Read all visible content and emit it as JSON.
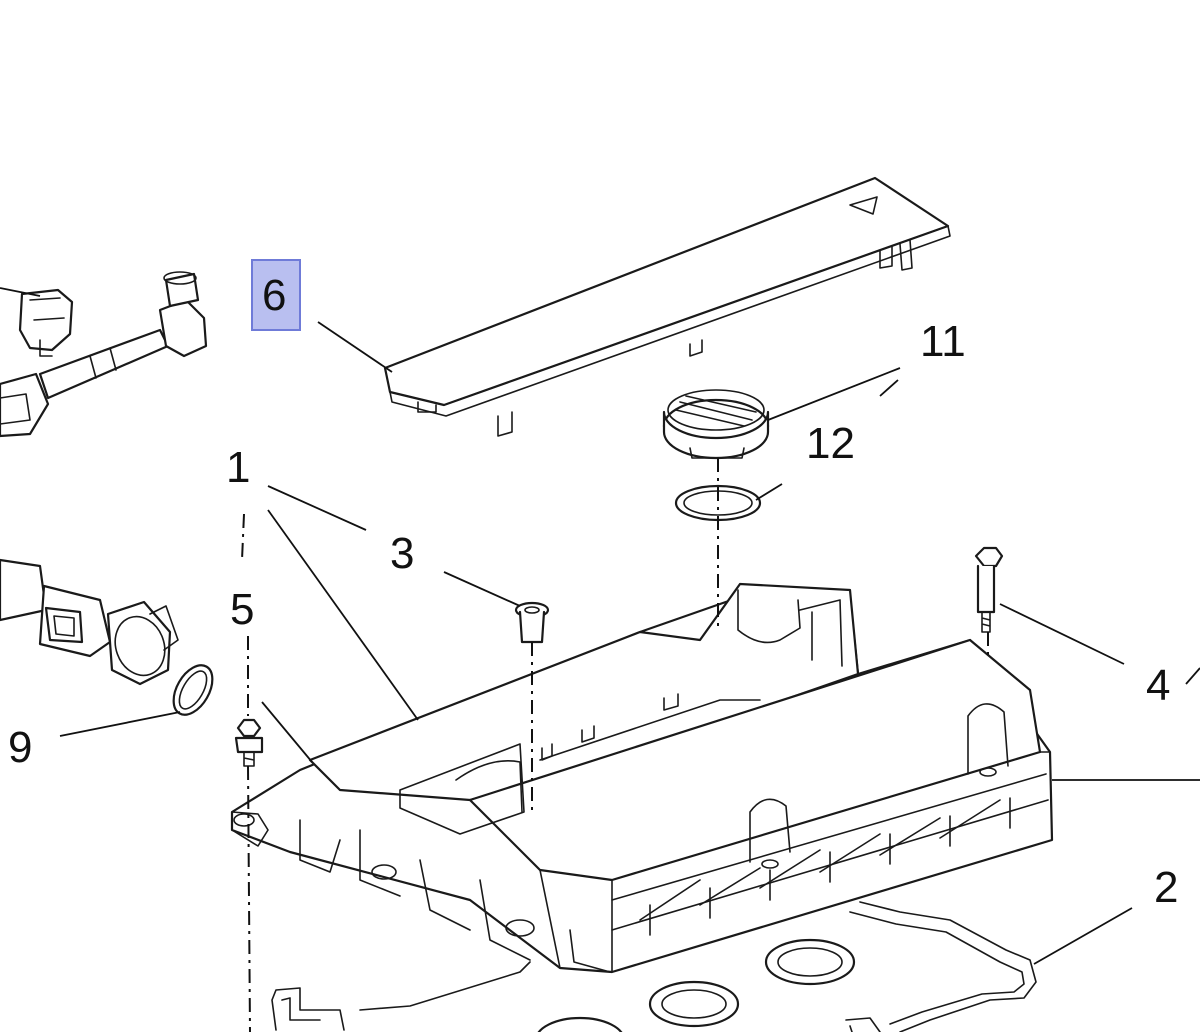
{
  "callouts": [
    {
      "id": "1",
      "text": "1"
    },
    {
      "id": "2",
      "text": "2"
    },
    {
      "id": "3",
      "text": "3"
    },
    {
      "id": "4",
      "text": "4"
    },
    {
      "id": "5",
      "text": "5"
    },
    {
      "id": "6",
      "text": "6",
      "highlighted": true
    },
    {
      "id": "9",
      "text": "9"
    },
    {
      "id": "11",
      "text": "11"
    },
    {
      "id": "12",
      "text": "12"
    }
  ],
  "colors": {
    "line": "#1a1a1a",
    "highlight_fill": "#b9bff0",
    "highlight_border": "#6f7bd8",
    "background": "#ffffff"
  }
}
